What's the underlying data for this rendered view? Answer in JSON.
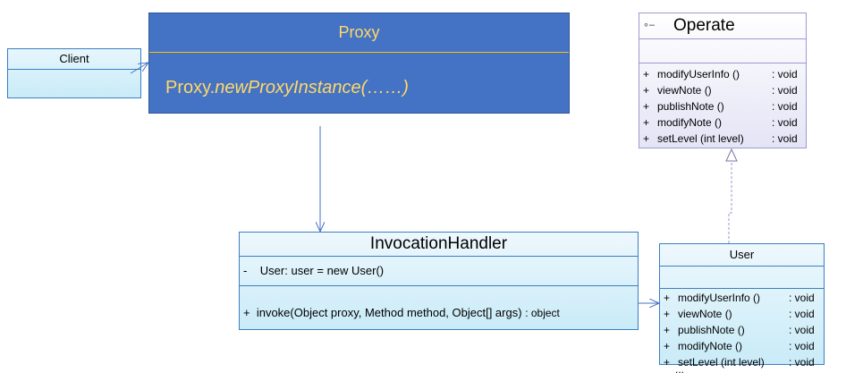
{
  "client": {
    "title": "Client"
  },
  "proxy": {
    "title": "Proxy",
    "body_prefix": "Proxy.",
    "body_method": "newProxyInstance(……)"
  },
  "operate": {
    "icon": "∘–",
    "title": "Operate",
    "methods": [
      {
        "vis": "+",
        "name": "modifyUserInfo ()",
        "ret": ": void"
      },
      {
        "vis": "+",
        "name": "viewNote ()",
        "ret": ": void"
      },
      {
        "vis": "+",
        "name": "publishNote ()",
        "ret": ": void"
      },
      {
        "vis": "+",
        "name": "modifyNote ()",
        "ret": ": void"
      },
      {
        "vis": "+",
        "name": "setLevel (int level)",
        "ret": ": void"
      }
    ]
  },
  "handler": {
    "title": "InvocationHandler",
    "attr_vis": "-",
    "attr": "User: user = new User()",
    "method_vis": "+",
    "method": "invoke(Object proxy, Method method, Object[] args)",
    "method_ret": ": object"
  },
  "user": {
    "title": "User",
    "methods": [
      {
        "vis": "+",
        "name": "modifyUserInfo ()",
        "ret": ": void"
      },
      {
        "vis": "+",
        "name": "viewNote ()",
        "ret": ": void"
      },
      {
        "vis": "+",
        "name": "publishNote ()",
        "ret": ": void"
      },
      {
        "vis": "+",
        "name": "modifyNote ()",
        "ret": ": void"
      },
      {
        "vis": "+",
        "name": "setLevel (int level)",
        "ret": ": void"
      }
    ],
    "more": "..."
  },
  "colors": {
    "proxy_fill": "#4472c4",
    "proxy_text": "#ffd966",
    "class_border": "#3a7fc0",
    "interface_border": "#9a9ad0",
    "connector": "#4472c4"
  }
}
